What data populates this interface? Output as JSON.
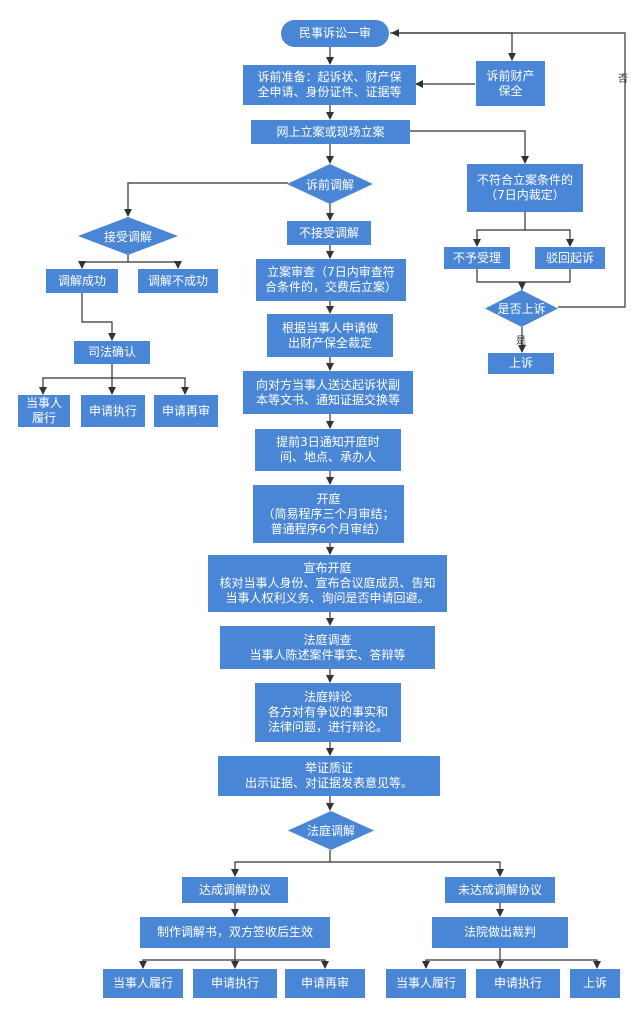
{
  "nodes": {
    "start": "民事诉讼一审",
    "preparation": "诉前准备：起诉状、财产保\n全申请、身份证件、证据等",
    "property_preservation": "诉前财产\n保全",
    "filing": "网上立案或现场立案",
    "pre_mediation": "诉前调解",
    "not_meet": "不符合立案条件的\n（7日内裁定）",
    "accept_mediation": "接受调解",
    "refuse_mediation": "不接受调解",
    "not_accept": "不予受理",
    "dismiss": "驳回起诉",
    "mediation_success": "调解成功",
    "mediation_fail": "调解不成功",
    "case_review": "立案审查（7日内审查符\n合条件的，交费后立案）",
    "appeal_q": "是否上诉",
    "preserve_ruling": "根据当事人申请做\n出财产保全裁定",
    "judicial_confirm": "司法确认",
    "appeal": "上诉",
    "party_perform_1": "当事人\n履行",
    "apply_exec_1": "申请执行",
    "apply_retrial_1": "申请再审",
    "serve_docs": "向对方当事人送达起诉状副\n本等文书、通知证据交换等",
    "notify": "提前3日通知开庭时\n间、地点、承办人",
    "hearing": "开庭\n（简易程序三个月审结；\n普通程序6个月审结）",
    "announce": "宣布开庭\n核对当事人身份、宣布合议庭成员、告知\n当事人权利义务、询问是否申请回避。",
    "investigation": "法庭调查\n当事人陈述案件事实、答辩等",
    "debate": "法庭辩论\n各方对有争议的事实和\n法律问题，进行辩论。",
    "evidence": "举证质证\n出示证据、对证据发表意见等。",
    "court_mediation": "法庭调解",
    "agreement": "达成调解协议",
    "no_agreement": "未达成调解协议",
    "make_doc": "制作调解书，双方签收后生效",
    "judgment": "法院做出裁判",
    "party_perform_2": "当事人履行",
    "apply_exec_2": "申请执行",
    "apply_retrial_2": "申请再审",
    "party_perform_3": "当事人履行",
    "apply_exec_3": "申请执行",
    "appeal_2": "上诉"
  },
  "labels": {
    "yes": "是",
    "no": "否"
  },
  "colors": {
    "box": "#4a86d6",
    "line": "#333333",
    "text": "#ffffff"
  }
}
